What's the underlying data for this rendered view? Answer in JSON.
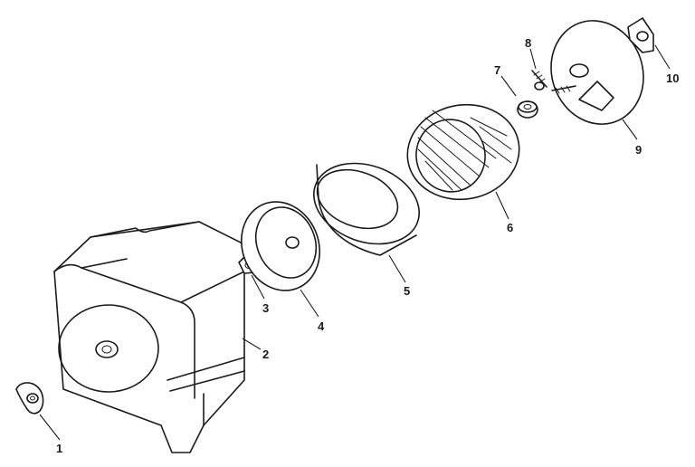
{
  "callouts": [
    "1",
    "2",
    "3",
    "4",
    "5",
    "6",
    "7",
    "8",
    "9",
    "10"
  ],
  "line_color": "#1a1a1a",
  "background": "#ffffff"
}
